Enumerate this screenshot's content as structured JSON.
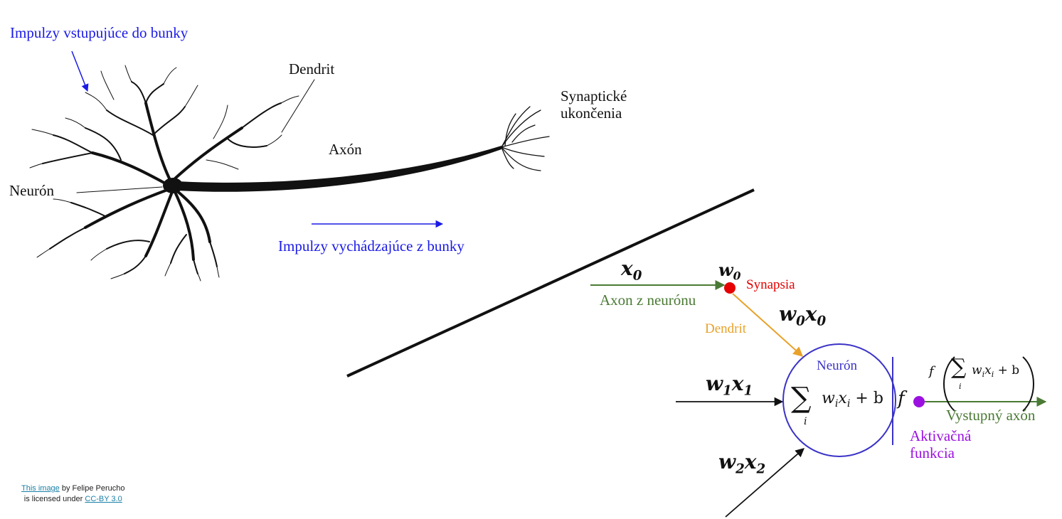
{
  "bio": {
    "impulses_in": "Impulzy vstupujúce do bunky",
    "dendrit": "Dendrit",
    "synaptic_line1": "Synaptické",
    "synaptic_line2": "ukončenia",
    "axon": "Axón",
    "neuron": "Neurón",
    "impulses_out": "Impulzy vychádzajúce z bunky"
  },
  "model": {
    "x0": "x",
    "x0_sub": "0",
    "w0": "w",
    "w0_sub": "0",
    "synapsia": "Synapsia",
    "axon_from": "Axon z neurónu",
    "w0x0_a": "w",
    "w0x0_b": "0",
    "w0x0_c": "x",
    "w0x0_d": "0",
    "dendrit": "Dendrit",
    "neuron": "Neurón",
    "w1x1_a": "w",
    "w1x1_b": "1",
    "w1x1_c": "x",
    "w1x1_d": "1",
    "w2x2_a": "w",
    "w2x2_b": "2",
    "w2x2_c": "x",
    "w2x2_d": "2",
    "sum_symbol": "∑",
    "sum_index": "i",
    "sum_w": "w",
    "sum_wi": "i",
    "sum_x": "x",
    "sum_xi": "i",
    "sum_b": " + b",
    "f": "f",
    "out_f": "f",
    "out_sum": "∑",
    "out_i": "i",
    "out_w": "w",
    "out_wi": "i",
    "out_x": "x",
    "out_xi": "i",
    "out_b": " + b",
    "output_axon": "Vystupný axón",
    "activation_line1": "Aktivačná",
    "activation_line2": "funkcia"
  },
  "credit": {
    "link1": "This image",
    "by": " by Felipe Perucho",
    "licensed": "is licensed under ",
    "link2": "CC-BY 3.0"
  },
  "colors": {
    "blue_text": "#1a1ae6",
    "green": "#4a7a34",
    "red": "#e60000",
    "orange": "#e8a22a",
    "neuron_blue": "#3b33c7",
    "purple": "#9b10e0"
  }
}
